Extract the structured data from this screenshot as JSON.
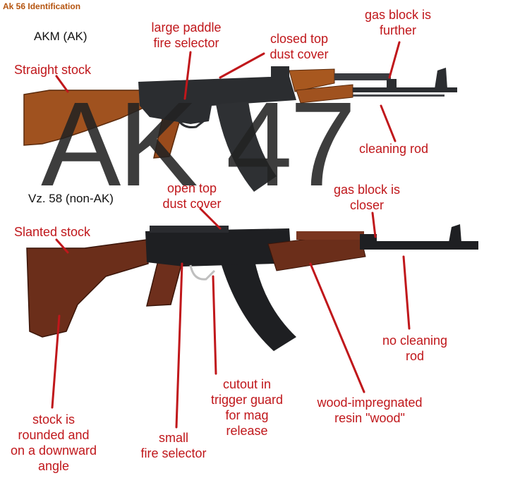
{
  "header": {
    "title": "Ak 56 Identification"
  },
  "watermark": "AK 47",
  "models": {
    "top": "AKM (AK)",
    "bottom": "Vz. 58 (non-AK)"
  },
  "labels": {
    "straight_stock": "Straight stock",
    "large_paddle": "large paddle\nfire selector",
    "closed_top": "closed top\ndust cover",
    "gas_block_further": "gas block is\nfurther",
    "cleaning_rod": "cleaning rod",
    "open_top": "open top\ndust cover",
    "gas_block_closer": "gas block is\ncloser",
    "slanted_stock": "Slanted stock",
    "no_cleaning_rod": "no cleaning\nrod",
    "stock_rounded": "stock is\nrounded and\non a downward\nangle",
    "small_selector": "small\nfire selector",
    "cutout": "cutout in\ntrigger guard\nfor mag\nrelease",
    "wood_resin": "wood-impregnated\nresin \"wood\""
  },
  "colors": {
    "label_red": "#c0171b",
    "title_orange": "#b4530e",
    "wood_ak": "#a0521f",
    "wood_vz": "#6b2e1a",
    "metal": "#2b2d30"
  }
}
